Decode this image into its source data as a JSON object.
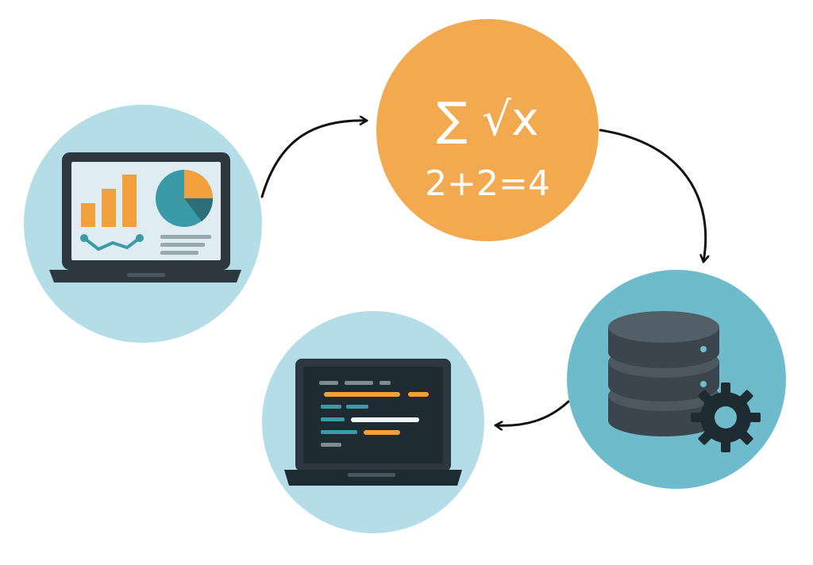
{
  "colors": {
    "circle_light": "#b4dde8",
    "circle_teal": "#6ebccb",
    "circle_orange": "#f2a94f",
    "laptop_frame": "#2d3740",
    "laptop_screen": "#dfecf1",
    "code_screen": "#1f2b33",
    "accent_orange": "#f2a03c",
    "accent_teal": "#3a9aa6",
    "accent_dark_teal": "#2c6f7a",
    "text_white": "#ffffff",
    "arrow": "#111111",
    "db_dark": "#3b454d"
  },
  "nodes": {
    "analytics": {
      "icon": "laptop-dashboard-icon"
    },
    "math": {
      "icon": "math-formula-icon",
      "symbols_line": "∑ √x",
      "equation_line": "2+2=4"
    },
    "database": {
      "icon": "database-gear-icon"
    },
    "code": {
      "icon": "laptop-code-icon"
    }
  },
  "arrows": [
    {
      "from": "analytics",
      "to": "math"
    },
    {
      "from": "math",
      "to": "database"
    },
    {
      "from": "database",
      "to": "code"
    }
  ]
}
